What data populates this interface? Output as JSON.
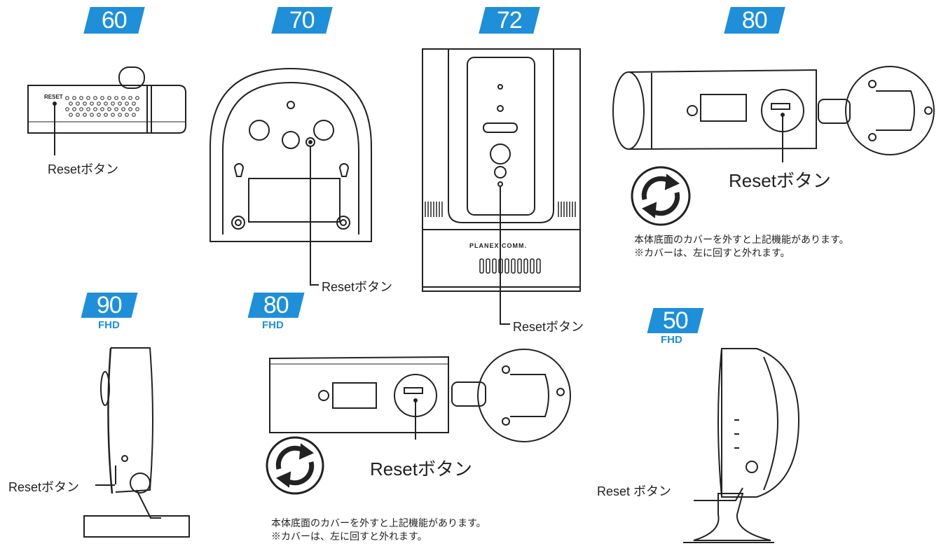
{
  "colors": {
    "badge": "#1e8fd8",
    "line": "#222222"
  },
  "icons": [
    "rotate-arrows-icon"
  ],
  "models": {
    "m60": {
      "number": "60",
      "reset_label": "Resetボタン",
      "device_text": "RESET"
    },
    "m70": {
      "number": "70",
      "reset_label": "Resetボタン"
    },
    "m72": {
      "number": "72",
      "reset_label": "Resetボタン",
      "brand": "PLANEX COMM."
    },
    "m80": {
      "number": "80",
      "reset_label": "Resetボタン",
      "note_line1": "本体底面のカバーを外すと上記機能があります。",
      "note_line2": "※カバーは、左に回すと外れます。"
    },
    "m90fhd": {
      "number": "90",
      "fhd": "FHD",
      "reset_label": "Resetボタン"
    },
    "m80fhd": {
      "number": "80",
      "fhd": "FHD",
      "reset_label": "Resetボタン",
      "note_line1": "本体底面のカバーを外すと上記機能があります。",
      "note_line2": "※カバーは、左に回すと外れます。"
    },
    "m50fhd": {
      "number": "50",
      "fhd": "FHD",
      "reset_label": "Reset ボタン"
    }
  }
}
